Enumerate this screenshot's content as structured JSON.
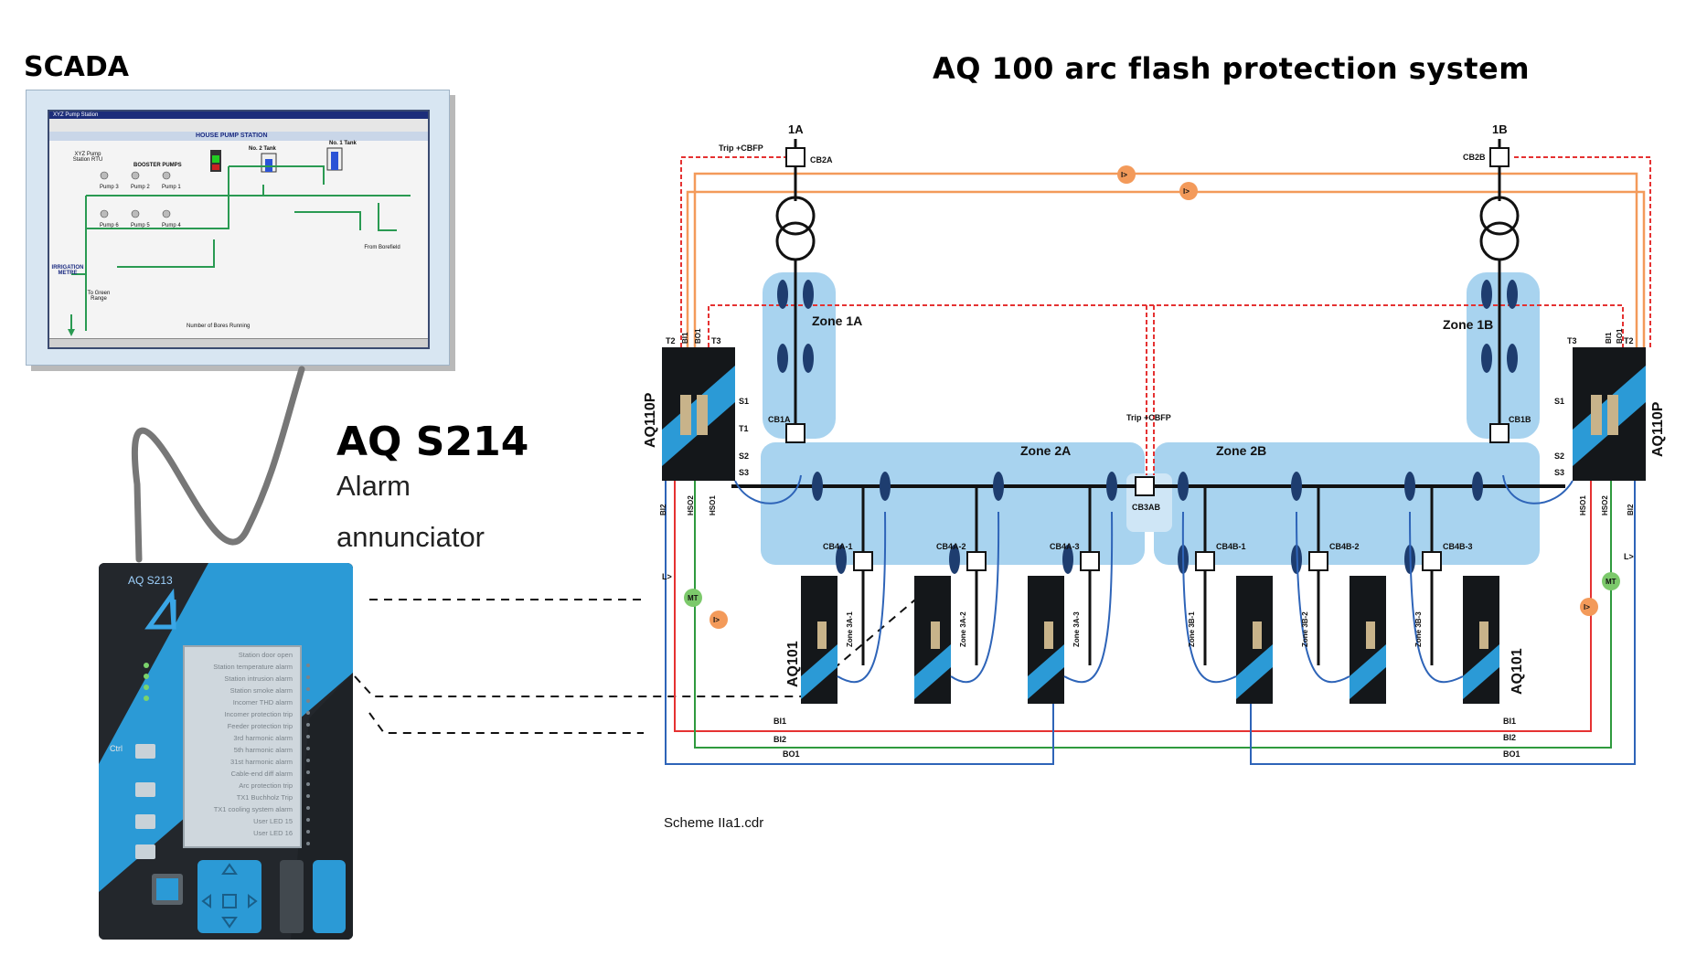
{
  "headings": {
    "scada": "SCADA",
    "system": "AQ 100 arc flash protection system",
    "annunciator_model": "AQ S214",
    "annunciator_line1": "Alarm",
    "annunciator_line2": "annunciator",
    "scheme_file": "Scheme IIa1.cdr"
  },
  "scada_screen": {
    "window_title": "XYZ Pump Station",
    "page_title": "HOUSE PUMP STATION",
    "station_label": "XYZ Pump Station RTU",
    "booster_label": "BOOSTER PUMPS",
    "tank2": "No. 2 Tank",
    "tank1": "No. 1 Tank",
    "pumps": [
      "Pump 3",
      "Pump 2",
      "Pump 1",
      "Pump 6",
      "Pump 5",
      "Pump 4"
    ],
    "irrigation": "IRRIGATION METRE",
    "to_green": "To Green Range",
    "bores": "Number of Bores Running",
    "from_borefield": "From Borefield"
  },
  "device": {
    "model": "AQ S213",
    "alarms": [
      "Station door open",
      "Station temperature alarm",
      "Station intrusion alarm",
      "Station smoke alarm",
      "Incomer THD alarm",
      "Incomer protection trip",
      "Feeder protection trip",
      "3rd harmonic alarm",
      "5th harmonic alarm",
      "31st harmonic alarm",
      "Cable-end diff alarm",
      "Arc protection trip",
      "TX1 Buchholz Trip",
      "TX1 cooling system alarm",
      "User LED 15",
      "User LED 16"
    ],
    "ctrl_label": "Ctrl"
  },
  "diagram": {
    "transformers": [
      "1A",
      "1B"
    ],
    "breakers_top": [
      "CB2A",
      "CB2B"
    ],
    "breakers_mid": [
      "CB1A",
      "CB1B"
    ],
    "bus_coupler": "CB3AB",
    "feeder_breakers": [
      "CB4A-1",
      "CB4A-2",
      "CB4A-3",
      "CB4B-1",
      "CB4B-2",
      "CB4B-3"
    ],
    "zones": [
      "Zone 1A",
      "Zone 1B",
      "Zone 2A",
      "Zone 2B"
    ],
    "feeder_zones": [
      "Zone 3A-1",
      "Zone 3A-2",
      "Zone 3A-3",
      "Zone 3B-1",
      "Zone 3B-2",
      "Zone 3B-3"
    ],
    "master_units": [
      "AQ110P",
      "AQ110P"
    ],
    "slave_units": [
      "AQ101",
      "AQ101"
    ],
    "trip_label": "Trip +CBFP",
    "signals": {
      "bi1": "BI1",
      "bi2": "BI2",
      "bo1": "BO1",
      "hso1": "HSO1",
      "hso2": "HSO2",
      "mt": "MT",
      "l": "L>",
      "i": "I>"
    },
    "terminals": [
      "T1",
      "T2",
      "T3",
      "S1",
      "S2",
      "S3"
    ],
    "colors": {
      "zone_fill": "#a8d3ef",
      "bus": "#111111",
      "trip_red": "#e53232",
      "current_orange": "#f39a5a",
      "green": "#2f9a3e",
      "blue": "#2e64b8"
    }
  }
}
